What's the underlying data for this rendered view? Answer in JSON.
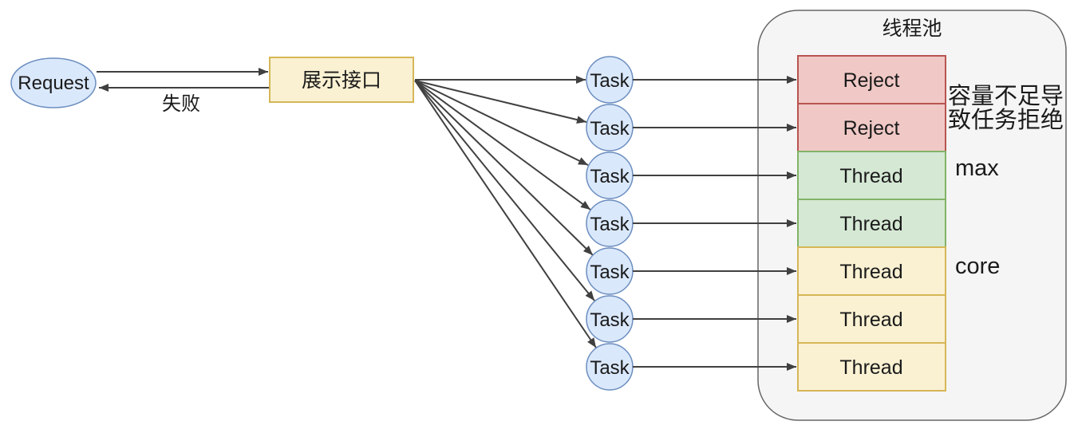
{
  "diagram": {
    "request": {
      "label": "Request"
    },
    "fail_label": "失败",
    "gateway": {
      "label": "展示接口"
    },
    "tasks": [
      "Task",
      "Task",
      "Task",
      "Task",
      "Task",
      "Task",
      "Task"
    ],
    "pool": {
      "title": "线程池",
      "slots": [
        {
          "label": "Reject",
          "type": "reject"
        },
        {
          "label": "Reject",
          "type": "reject"
        },
        {
          "label": "Thread",
          "type": "max"
        },
        {
          "label": "Thread",
          "type": "max"
        },
        {
          "label": "Thread",
          "type": "core"
        },
        {
          "label": "Thread",
          "type": "core"
        },
        {
          "label": "Thread",
          "type": "core"
        }
      ]
    },
    "annotations": {
      "reject_note_line1": "容量不足导",
      "reject_note_line2": "致任务拒绝",
      "max_label": "max",
      "core_label": "core"
    }
  },
  "colors": {
    "line": "#404040",
    "text": "#1a1a1a",
    "node-blue-fill": "#dae8fc",
    "node-blue-stroke": "#6c8ebf",
    "node-yellow-fill": "#faf1d3",
    "node-yellow-stroke": "#d6b656",
    "slot-reject-fill": "#f0c9c6",
    "slot-reject-stroke": "#b85450",
    "slot-max-fill": "#d5e8d4",
    "slot-max-stroke": "#82b366",
    "slot-core-fill": "#faf1d3",
    "slot-core-stroke": "#d6b656",
    "container-fill": "#f5f5f5",
    "container-stroke": "#666666"
  }
}
